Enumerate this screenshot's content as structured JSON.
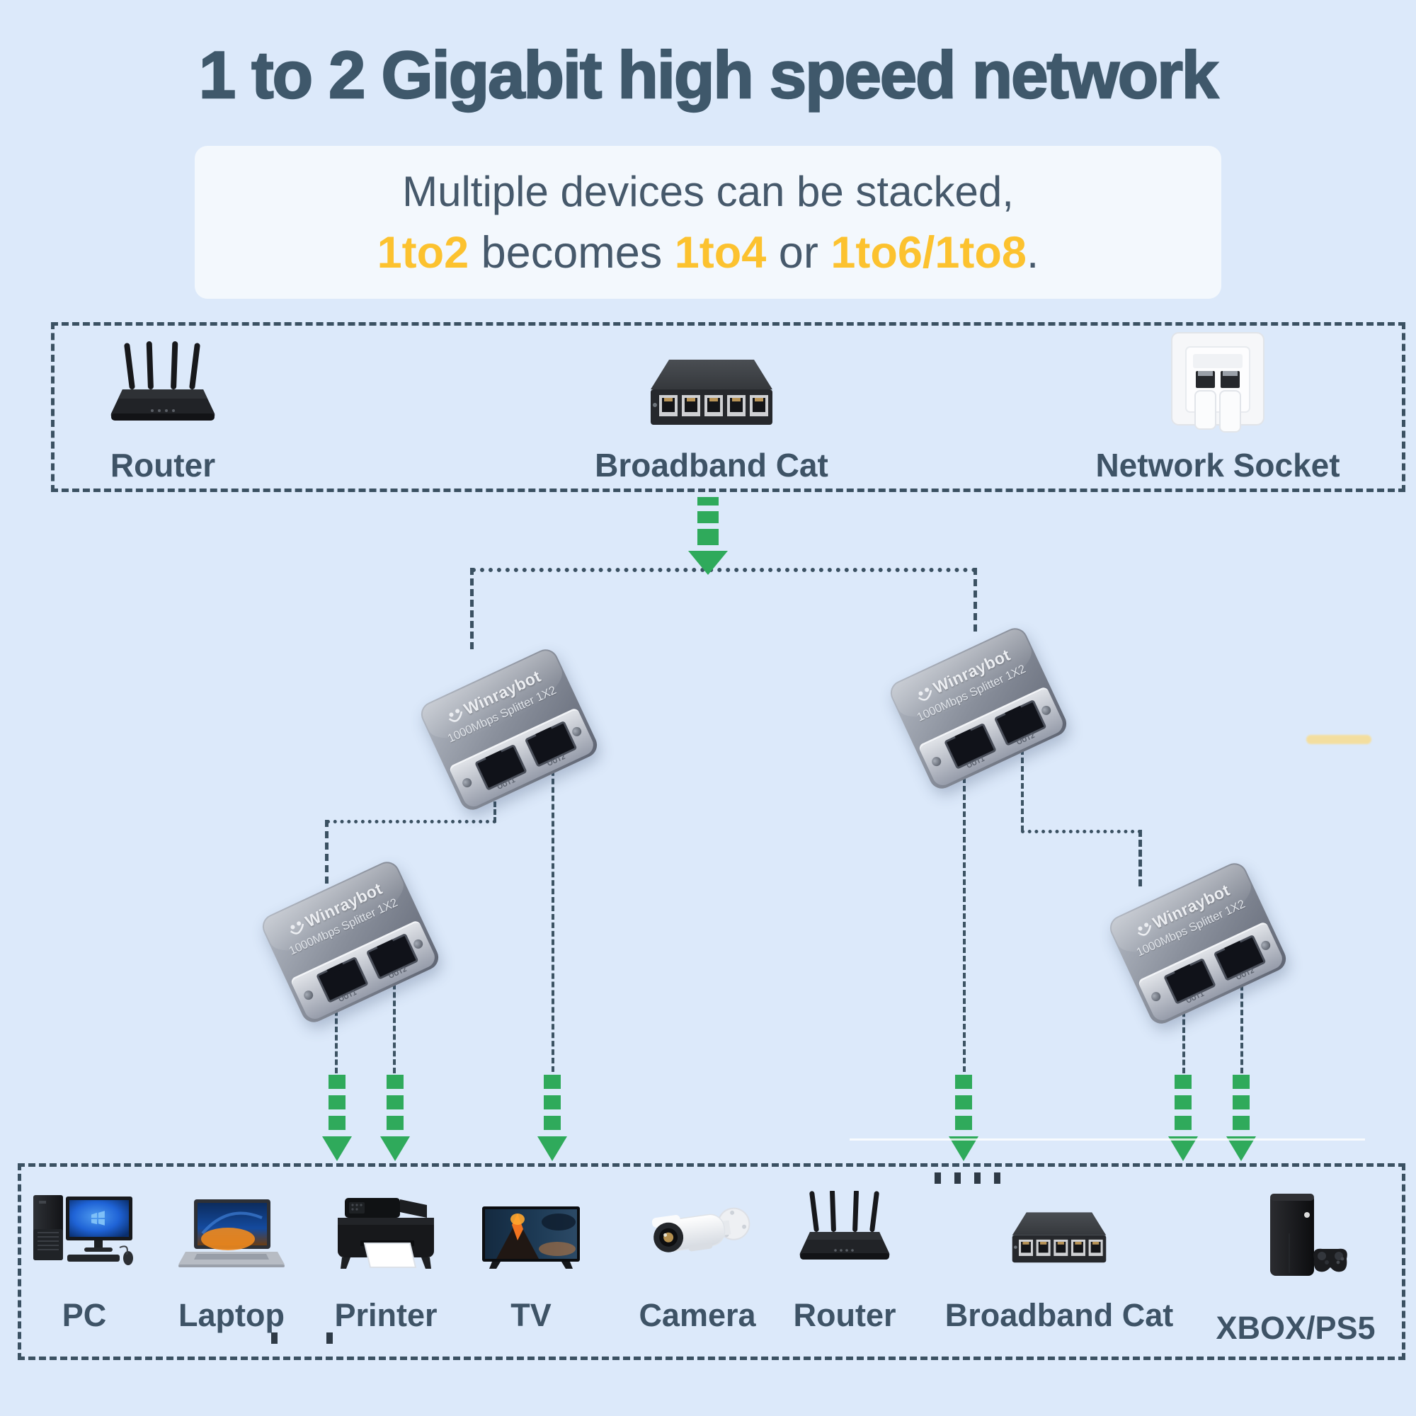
{
  "title": "1 to 2 Gigabit high speed network",
  "info_box": {
    "line1": "Multiple devices can be stacked,",
    "line2_segments": [
      {
        "text": "1to2"
      },
      {
        "text": " becomes "
      },
      {
        "text": "1to4"
      },
      {
        "text": " or "
      },
      {
        "text": "1to6/1to8"
      },
      {
        "text": "."
      }
    ]
  },
  "source_box": {
    "devices": [
      {
        "label": "Router",
        "icon": "router-icon"
      },
      {
        "label": "Broadband Cat",
        "icon": "network-switch-icon"
      },
      {
        "label": "Network Socket",
        "icon": "wall-socket-icon"
      }
    ]
  },
  "splitters": {
    "brand": "Winraybot",
    "model": "1000Mbps Splitter 1X2",
    "ports": [
      "OUT1",
      "OUT2"
    ],
    "count": 4
  },
  "client_box": {
    "devices": [
      {
        "label": "PC",
        "icon": "pc-icon"
      },
      {
        "label": "Laptop",
        "icon": "laptop-icon"
      },
      {
        "label": "Printer",
        "icon": "printer-icon"
      },
      {
        "label": "TV",
        "icon": "tv-icon"
      },
      {
        "label": "Camera",
        "icon": "camera-icon"
      },
      {
        "label": "Router",
        "icon": "router-icon"
      },
      {
        "label": "Broadband Cat",
        "icon": "network-switch-icon"
      },
      {
        "label": "XBOX/PS5",
        "icon": "game-console-icon"
      }
    ]
  },
  "colors": {
    "background": "#dce9fa",
    "title_text": "#3f586b",
    "highlight_yellow": "#fcc22f",
    "arrow_green": "#2faa5b",
    "dashed_line": "#3b5162",
    "info_box_bg": "#f3f8fd"
  }
}
